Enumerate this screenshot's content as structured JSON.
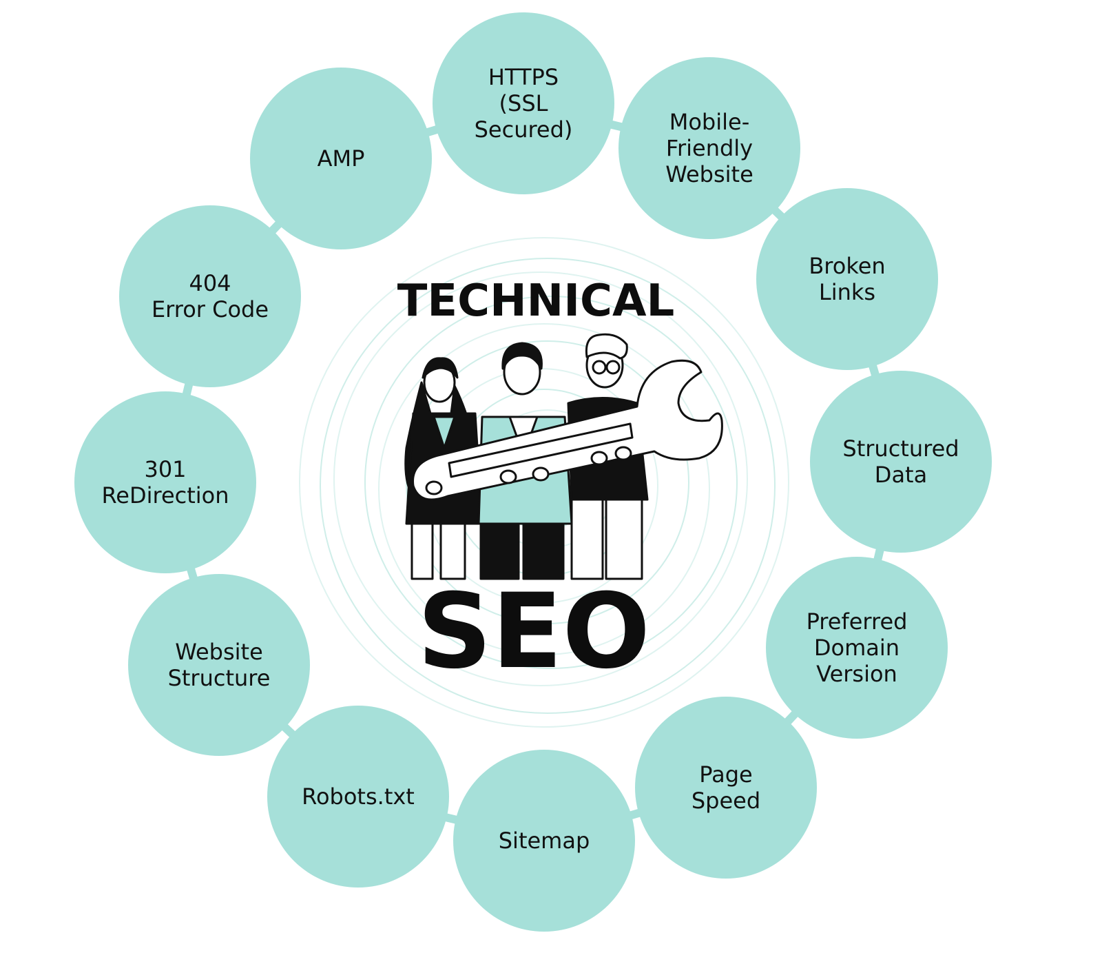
{
  "colors": {
    "node_fill": "#a6e0d9",
    "swirl": "#cfeee9",
    "ink": "#111111"
  },
  "title": {
    "line1": "TECHNICAL",
    "line2": "SEO"
  },
  "illustration": {
    "subject": "three-people-holding-wrench-icon"
  },
  "nodes": [
    {
      "id": "https",
      "lines": [
        "HTTPS",
        "(SSL",
        "Secured)"
      ]
    },
    {
      "id": "mobile-friendly",
      "lines": [
        "Mobile-",
        "Friendly",
        "Website"
      ]
    },
    {
      "id": "broken-links",
      "lines": [
        "Broken",
        "Links"
      ]
    },
    {
      "id": "structured-data",
      "lines": [
        "Structured",
        "Data"
      ]
    },
    {
      "id": "preferred-domain",
      "lines": [
        "Preferred",
        "Domain",
        "Version"
      ]
    },
    {
      "id": "page-speed",
      "lines": [
        "Page",
        "Speed"
      ]
    },
    {
      "id": "sitemap",
      "lines": [
        "Sitemap"
      ]
    },
    {
      "id": "robots-txt",
      "lines": [
        "Robots.txt"
      ]
    },
    {
      "id": "website-structure",
      "lines": [
        "Website",
        "Structure"
      ]
    },
    {
      "id": "301-redirection",
      "lines": [
        "301",
        "ReDirection"
      ]
    },
    {
      "id": "404-error-code",
      "lines": [
        "404",
        "Error Code"
      ]
    },
    {
      "id": "amp",
      "lines": [
        "AMP"
      ]
    }
  ]
}
